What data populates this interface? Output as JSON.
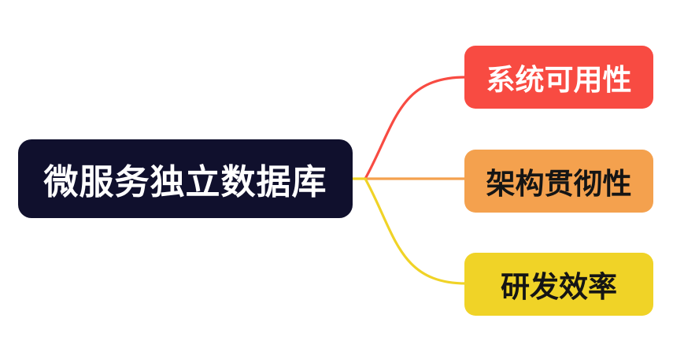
{
  "canvas": {
    "background_color": "#ffffff"
  },
  "mindmap": {
    "root": {
      "label": "微服务独立数据库",
      "bg_color": "#10102d",
      "text_color": "#ffffff"
    },
    "branches": [
      {
        "label": "系统可用性",
        "bg_color": "#f84b42",
        "text_color": "#ffffff",
        "line_color": "#f84b42"
      },
      {
        "label": "架构贯彻性",
        "bg_color": "#f4a14e",
        "text_color": "#151515",
        "line_color": "#f4a14e"
      },
      {
        "label": "研发效率",
        "bg_color": "#f0d327",
        "text_color": "#151515",
        "line_color": "#f0d327"
      }
    ],
    "stub": {
      "line_color": "#f0d327"
    }
  }
}
